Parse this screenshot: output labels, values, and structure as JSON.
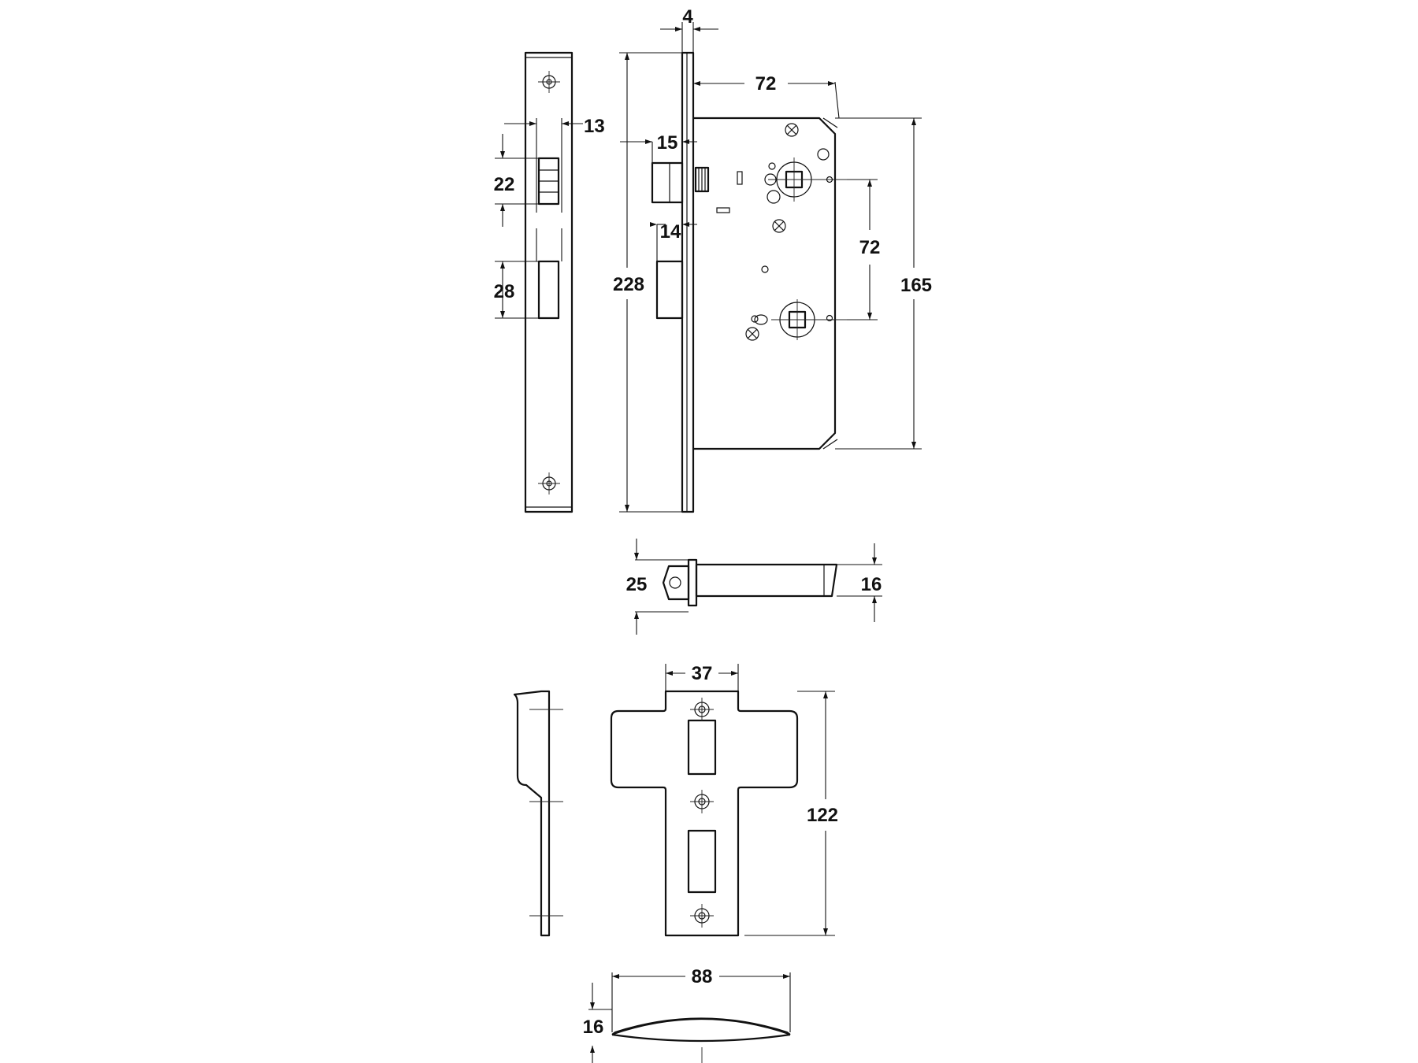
{
  "dimensions": {
    "forend_thickness": "4",
    "latch_projection": "15",
    "bolt_throw": "14",
    "backset": "72",
    "centres": "72",
    "case_height": "165",
    "forend_length": "228",
    "forend_width": "13",
    "latch_height": "22",
    "bolt_height": "28",
    "cylinder_width": "25",
    "spindle_size": "16",
    "strike_width": "37",
    "strike_height": "122",
    "lip_width": "88",
    "lip_depth": "16"
  },
  "colors": {
    "line": "#111111",
    "background": "#ffffff"
  }
}
